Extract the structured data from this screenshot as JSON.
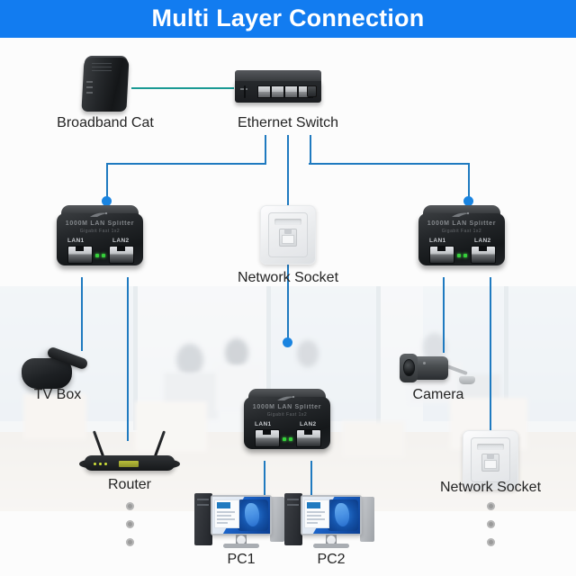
{
  "title": "Multi Layer Connection",
  "theme": {
    "banner_color": "#127cf0",
    "line_color": "#1f7ac0",
    "dot_color": "#1a84e0",
    "modem_line_color": "#1a9a94",
    "label_color": "#242424",
    "led_color": "#36d13a",
    "ellipsis_dot_color": "#9a9a9a"
  },
  "devices": {
    "broadband_cat": {
      "label": "Broadband Cat"
    },
    "ethernet_switch": {
      "label": "Ethernet Switch",
      "ports": 5
    },
    "splitter_left": {
      "brand": "1000M LAN Splitter",
      "sub": "Gigabit Fast 1x2",
      "port1": "LAN1",
      "port2": "LAN2"
    },
    "splitter_right": {
      "brand": "1000M LAN Splitter",
      "sub": "Gigabit Fast 1x2",
      "port1": "LAN1",
      "port2": "LAN2"
    },
    "splitter_center": {
      "brand": "1000M LAN Splitter",
      "sub": "Gigabit Fast 1x2",
      "port1": "LAN1",
      "port2": "LAN2"
    },
    "network_socket_top": {
      "label": "Network Socket"
    },
    "network_socket_bottom": {
      "label": "Network Socket"
    },
    "tv_box": {
      "label": "TV Box"
    },
    "router": {
      "label": "Router"
    },
    "camera": {
      "label": "Camera"
    },
    "pc1": {
      "label": "PC1"
    },
    "pc2": {
      "label": "PC2"
    }
  },
  "ellipsis_groups": [
    {
      "name": "left-more-devices",
      "count": 3
    },
    {
      "name": "right-more-devices",
      "count": 3
    }
  ]
}
